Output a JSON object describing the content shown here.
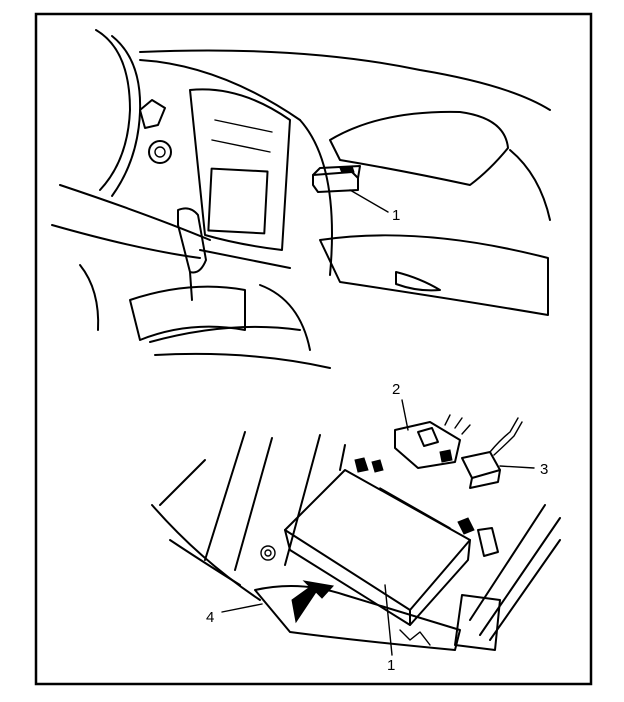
{
  "colors": {
    "line": "#000000",
    "background": "#ffffff"
  },
  "callouts": {
    "top_part": "1",
    "connector_a": "2",
    "connector_b": "3",
    "bracket": "4",
    "bottom_part": "1"
  },
  "icons": {
    "direction_arrow": "removal-direction-arrow-icon"
  }
}
